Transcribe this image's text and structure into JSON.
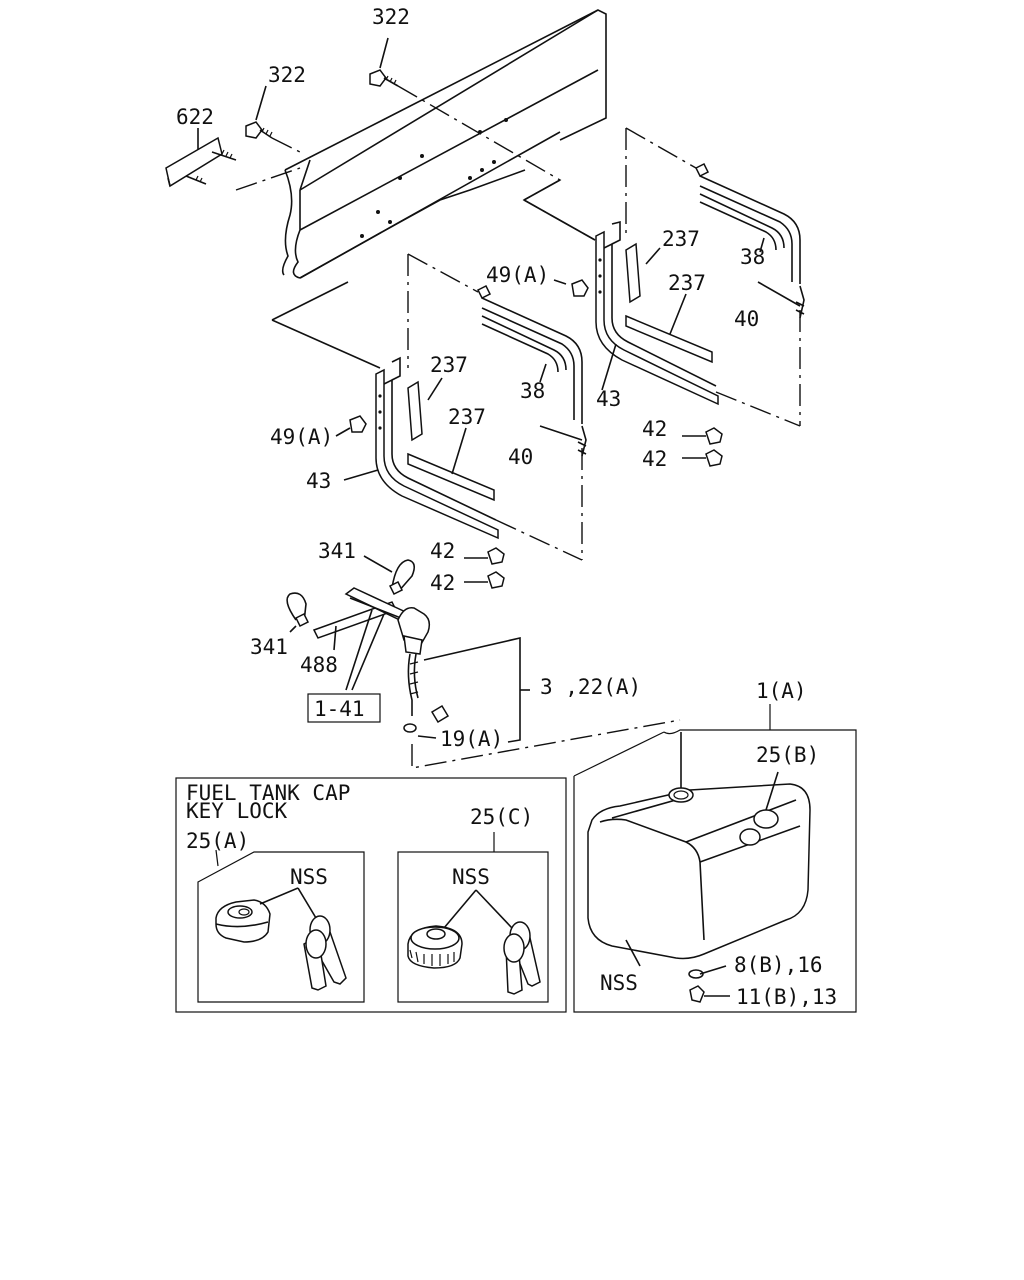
{
  "labels": {
    "bolt_upper": "322",
    "bolt_lower": "322",
    "plate": "622",
    "nut_right": "49(A)",
    "nut_left": "49(A)",
    "pad_right_upper": "237",
    "pad_right_lower": "237",
    "pad_left_upper": "237",
    "pad_left_lower": "237",
    "strap_right": "38",
    "band_right": "40",
    "strap_left": "38",
    "band_left": "40",
    "bracket_right": "43",
    "bracket_left": "43",
    "nut42_r1": "42",
    "nut42_r2": "42",
    "nut42_l1": "42",
    "nut42_l2": "42",
    "clip_upper": "341",
    "clip_lower": "341",
    "hose": "488",
    "ref_box": "1-41",
    "gauge_unit": "3 ,22(A)",
    "gasket": "19(A)",
    "tank": "1(A)",
    "tank_cap_b": "25(B)",
    "tank_nss": "NSS",
    "washer": "8(B),16",
    "drain_plug": "11(B),13"
  },
  "inset": {
    "title_line1": "FUEL TANK CAP",
    "title_line2": "KEY LOCK",
    "cap_a_label": "25(A)",
    "cap_a_nss": "NSS",
    "cap_c_label": "25(C)",
    "cap_c_nss": "NSS"
  },
  "colors": {
    "ink": "#111111",
    "background": "#ffffff"
  }
}
